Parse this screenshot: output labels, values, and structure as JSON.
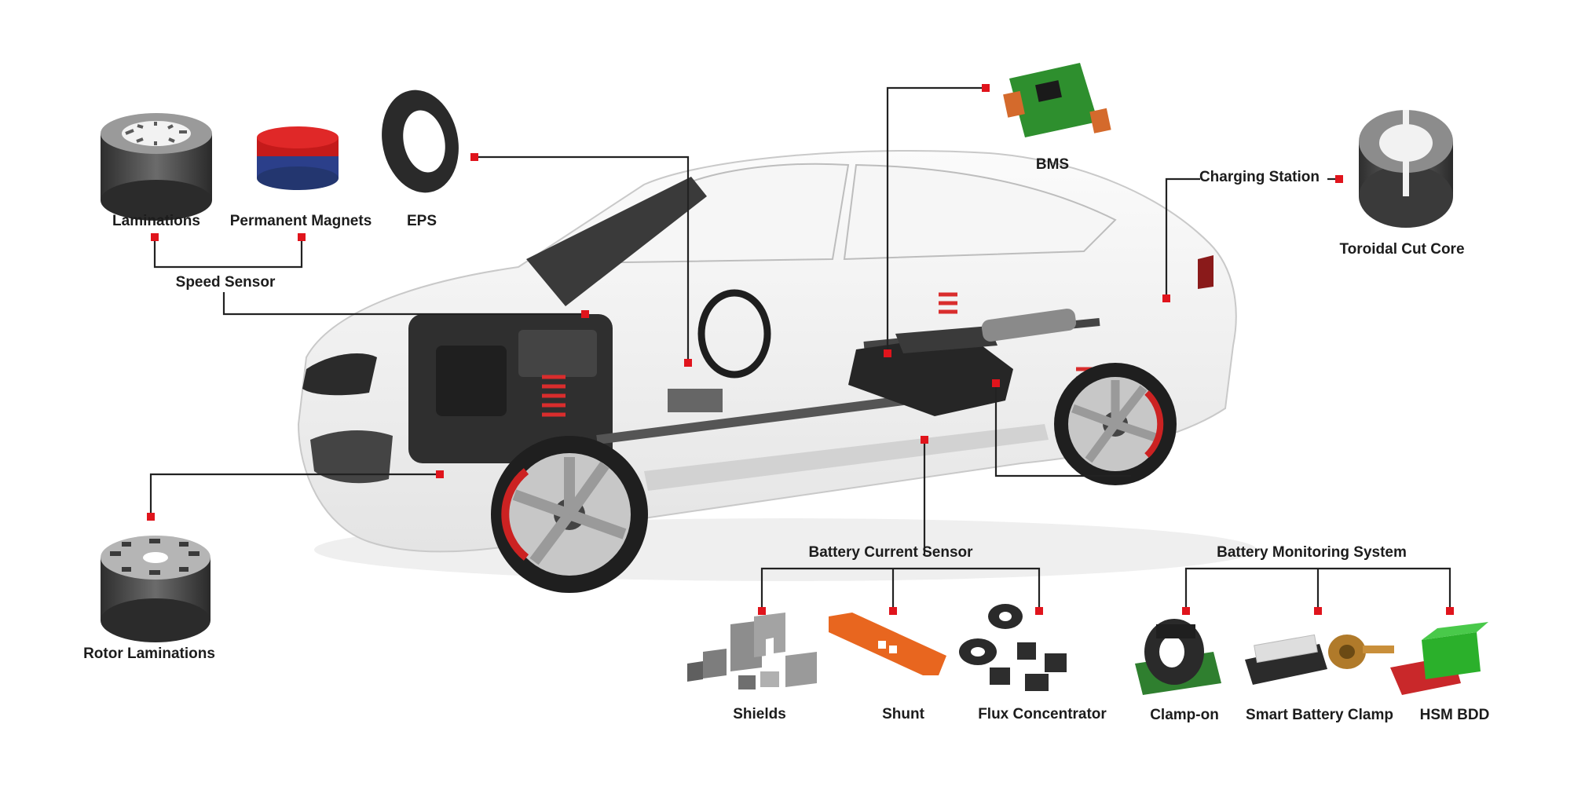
{
  "colors": {
    "connector_line": "#222222",
    "marker": "#e0141c",
    "label_text": "#1c1c1c",
    "background": "#ffffff"
  },
  "labels": {
    "laminations": "Laminations",
    "permanent_magnets": "Permanent Magnets",
    "eps": "EPS",
    "speed_sensor": "Speed Sensor",
    "bms": "BMS",
    "charging_station": "Charging Station",
    "toroidal_cut_core": "Toroidal Cut Core",
    "rotor_laminations": "Rotor Laminations",
    "battery_current_sensor": "Battery Current Sensor",
    "shields": "Shields",
    "shunt": "Shunt",
    "flux_concentrator": "Flux Concentrator",
    "battery_monitoring_system": "Battery Monitoring System",
    "clamp_on": "Clamp-on",
    "smart_battery_clamp": "Smart Battery Clamp",
    "hsm_bdd": "HSM BDD"
  }
}
